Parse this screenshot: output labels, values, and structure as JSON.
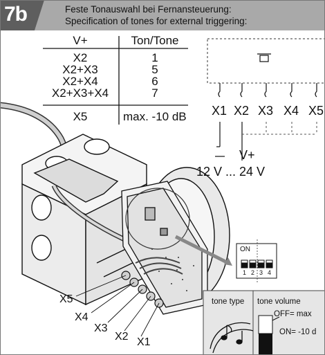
{
  "header": {
    "step": "7b",
    "line_de": "Feste Tonauswahl bei Fernansteuerung:",
    "line_en": "Specification of tones for external triggering:"
  },
  "table": {
    "col_vplus": "V+",
    "col_tone": "Ton/Tone",
    "rows": [
      {
        "input": "X2",
        "tone": "1"
      },
      {
        "input": "X2+X3",
        "tone": "5"
      },
      {
        "input": "X2+X4",
        "tone": "6"
      },
      {
        "input": "X2+X3+X4",
        "tone": "7"
      }
    ],
    "x5": {
      "input": "X5",
      "value": "max. -10 dB"
    }
  },
  "terminals": [
    "X1",
    "X2",
    "X3",
    "X4",
    "X5"
  ],
  "supply": {
    "vplus": "V+",
    "voltage": "12 V ... 24 V"
  },
  "board_terminals": [
    "X5",
    "X4",
    "X3",
    "X2",
    "X1"
  ],
  "dip_switch": {
    "on_label": "ON",
    "numbers": [
      "1",
      "2",
      "3",
      "4"
    ]
  },
  "panel": {
    "tone_type": "tone type",
    "tone_volume": "tone volume",
    "off_label": "OFF= max",
    "on_label": "ON= -10 d"
  }
}
